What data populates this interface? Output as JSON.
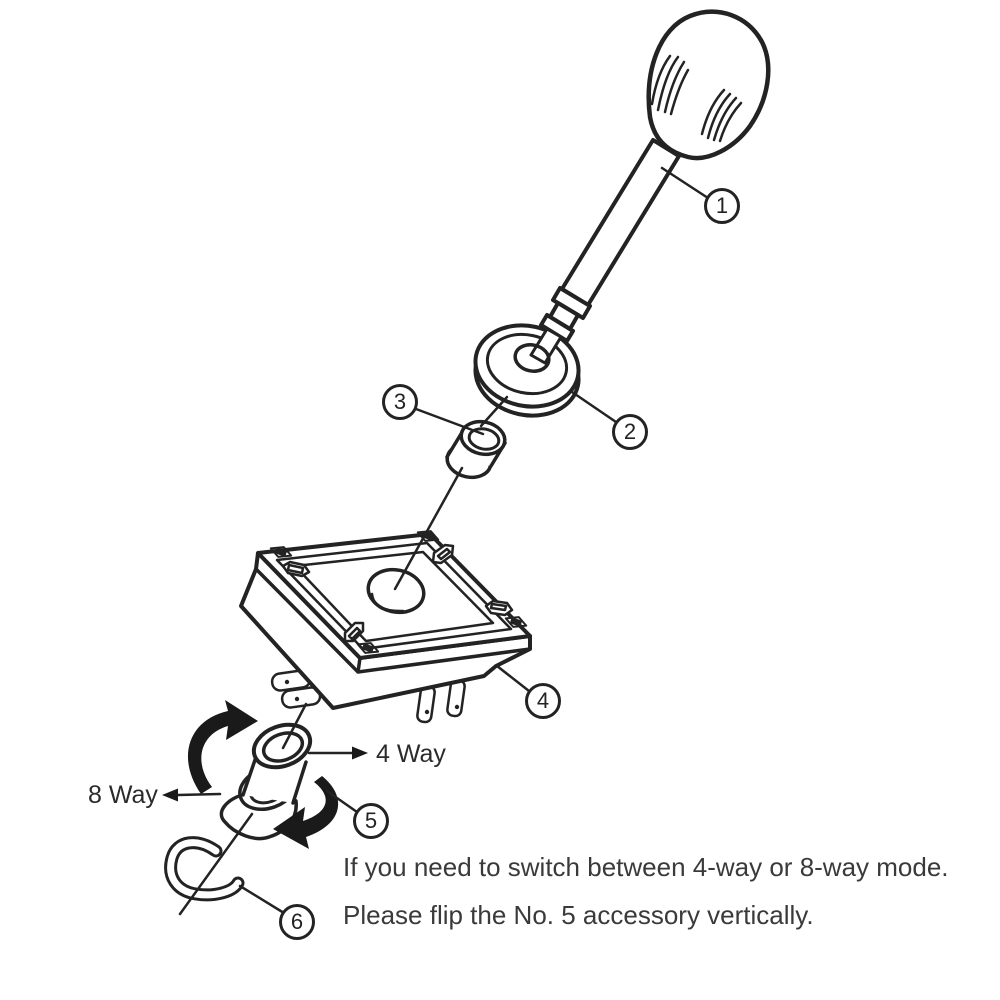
{
  "diagram": {
    "type": "exploded-parts-diagram",
    "subject": "arcade joystick assembly",
    "colors": {
      "background": "#ffffff",
      "line": "#232323",
      "arrow_fill": "#1a1a1a",
      "text": "#3a3a3a"
    },
    "parts": [
      {
        "number": "1"
      },
      {
        "number": "2"
      },
      {
        "number": "3"
      },
      {
        "number": "4"
      },
      {
        "number": "5"
      },
      {
        "number": "6"
      }
    ],
    "mode_labels": {
      "four_way": "4 Way",
      "eight_way": "8 Way"
    },
    "note": {
      "line1": "If you need to switch between 4-way or 8-way mode.",
      "line2": "Please flip the No. 5 accessory vertically."
    }
  }
}
